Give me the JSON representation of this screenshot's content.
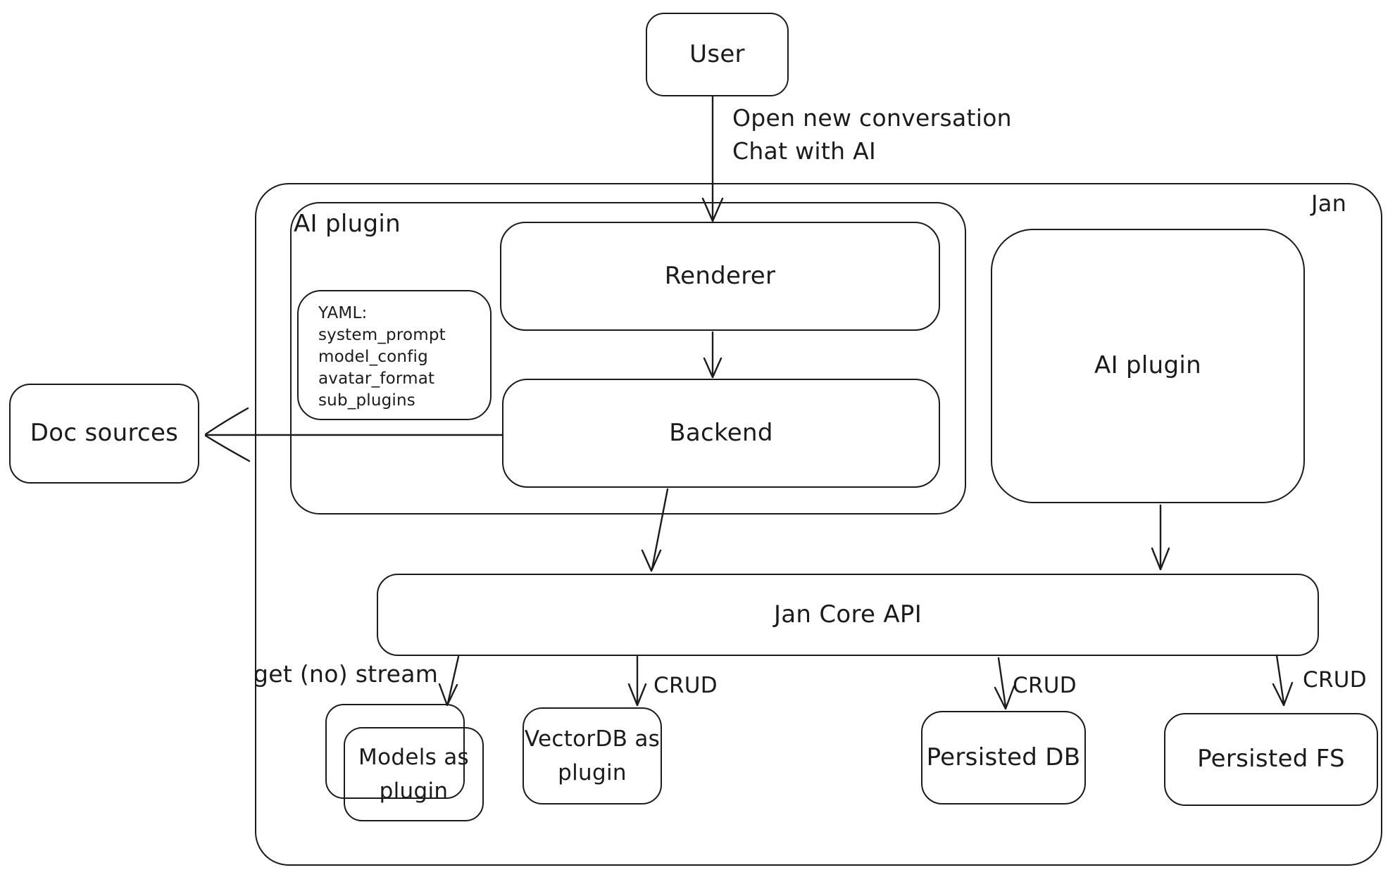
{
  "nodes": {
    "user": "User",
    "jan": "Jan",
    "ai_plugin_left": "AI plugin",
    "renderer": "Renderer",
    "backend": "Backend",
    "doc_sources": "Doc sources",
    "ai_plugin_right": "AI plugin",
    "jan_core_api": "Jan Core API",
    "models_plugin": "Models as plugin",
    "vectordb_plugin": "VectorDB as plugin",
    "persisted_db": "Persisted DB",
    "persisted_fs": "Persisted FS"
  },
  "yaml_note": {
    "lines": [
      "YAML:",
      "system_prompt",
      "model_config",
      "avatar_format",
      "sub_plugins"
    ]
  },
  "edge_labels": {
    "user_action_line1": "Open new conversation",
    "user_action_line2": "Chat with AI",
    "stream": "get (no) stream",
    "crud_vectordb": "CRUD",
    "crud_db": "CRUD",
    "crud_fs": "CRUD"
  },
  "colors": {
    "stroke": "#1b1b1b",
    "background": "#ffffff"
  }
}
